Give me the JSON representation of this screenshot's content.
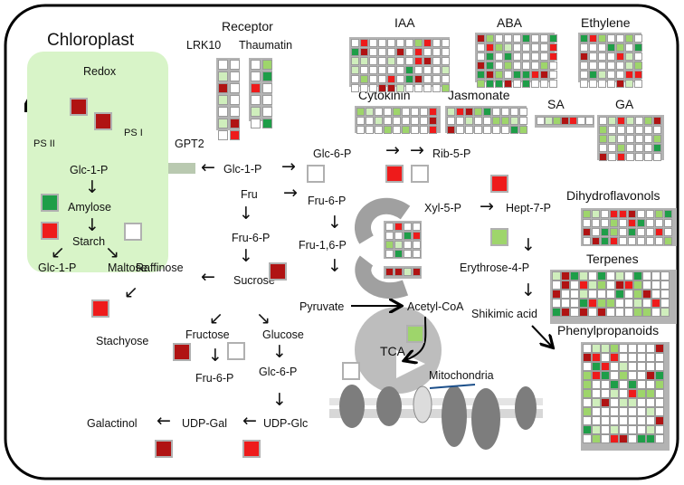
{
  "regions": {
    "chloroplast": "Chloroplast",
    "receptor": "Receptor",
    "lrk10": "LRK10",
    "thaumatin": "Thaumatin",
    "mitochondria": "Mitochondria",
    "tca": "TCA"
  },
  "photosystems": {
    "ps2": "PS II",
    "ps1": "PS I",
    "redox": "Redox"
  },
  "hormones": {
    "iaa": "IAA",
    "aba": "ABA",
    "ethylene": "Ethylene",
    "cytokinin": "Cytokinin",
    "jasmonate": "Jasmonate",
    "sa": "SA",
    "ga": "GA"
  },
  "secondary": {
    "dihydroflavonols": "Dihydroflavonols",
    "terpenes": "Terpenes",
    "phenylpropanoids": "Phenylpropanoids"
  },
  "metabolites": {
    "glc1p_c": "Glc-1-P",
    "amylose": "Amylose",
    "starch": "Starch",
    "glc1p_out": "Glc-1-P",
    "maltose": "Maltose",
    "gpt2": "GPT2",
    "glc1p": "Glc-1-P",
    "glc6p": "Glc-6-P",
    "rib5p": "Rib-5-P",
    "fru": "Fru",
    "fru6p_a": "Fru-6-P",
    "fru6p_b": "Fru-6-P",
    "fru16p": "Fru-1,6-P",
    "pyruvate": "Pyruvate",
    "acetylcoa": "Acetyl-CoA",
    "xyl5p": "Xyl-5-P",
    "hept7p": "Hept-7-P",
    "erythrose4p": "Erythrose-4-P",
    "shikimic": "Shikimic acid",
    "sucrose": "Sucrose",
    "raffinose": "Raffinose",
    "stachyose": "Stachyose",
    "fructose": "Fructose",
    "glucose": "Glucose",
    "fru6p_c": "Fru-6-P",
    "glc6p_b": "Glc-6-P",
    "galactinol": "Galactinol",
    "udpgal": "UDP-Gal",
    "udpglc": "UDP-Glc"
  },
  "colors": {
    "dark_red": "#b01313",
    "red": "#ee1b1b",
    "green": "#1e9e48",
    "light_green": "#9ed56b",
    "pink": "#f4b6b6",
    "white": "#ffffff",
    "chloroplast_bg": "#d8f4c8",
    "gray": "#b3b3b3"
  },
  "change_boxes": [
    {
      "id": "redox-left",
      "color": "#b01313"
    },
    {
      "id": "redox-right",
      "color": "#b01313"
    },
    {
      "id": "amylose",
      "color": "#1e9e48"
    },
    {
      "id": "starch",
      "color": "#ee1b1b"
    },
    {
      "id": "maltose",
      "color": "#ffffff"
    },
    {
      "id": "glc1p",
      "color": "#ffffff"
    },
    {
      "id": "rib5p-a",
      "color": "#ee1b1b"
    },
    {
      "id": "rib5p-b",
      "color": "#ffffff"
    },
    {
      "id": "hept7p",
      "color": "#ee1b1b"
    },
    {
      "id": "erythrose",
      "color": "#9ed56b"
    },
    {
      "id": "sucrose",
      "color": "#b01313"
    },
    {
      "id": "raffinose",
      "color": "#ee1b1b"
    },
    {
      "id": "fructose",
      "color": "#b01313"
    },
    {
      "id": "glucose",
      "color": "#ffffff"
    },
    {
      "id": "tca",
      "color": "#9ed56b"
    },
    {
      "id": "mito",
      "color": "#ffffff"
    },
    {
      "id": "galactinol",
      "color": "#b01313"
    },
    {
      "id": "udpglc",
      "color": "#ee1b1b"
    }
  ]
}
